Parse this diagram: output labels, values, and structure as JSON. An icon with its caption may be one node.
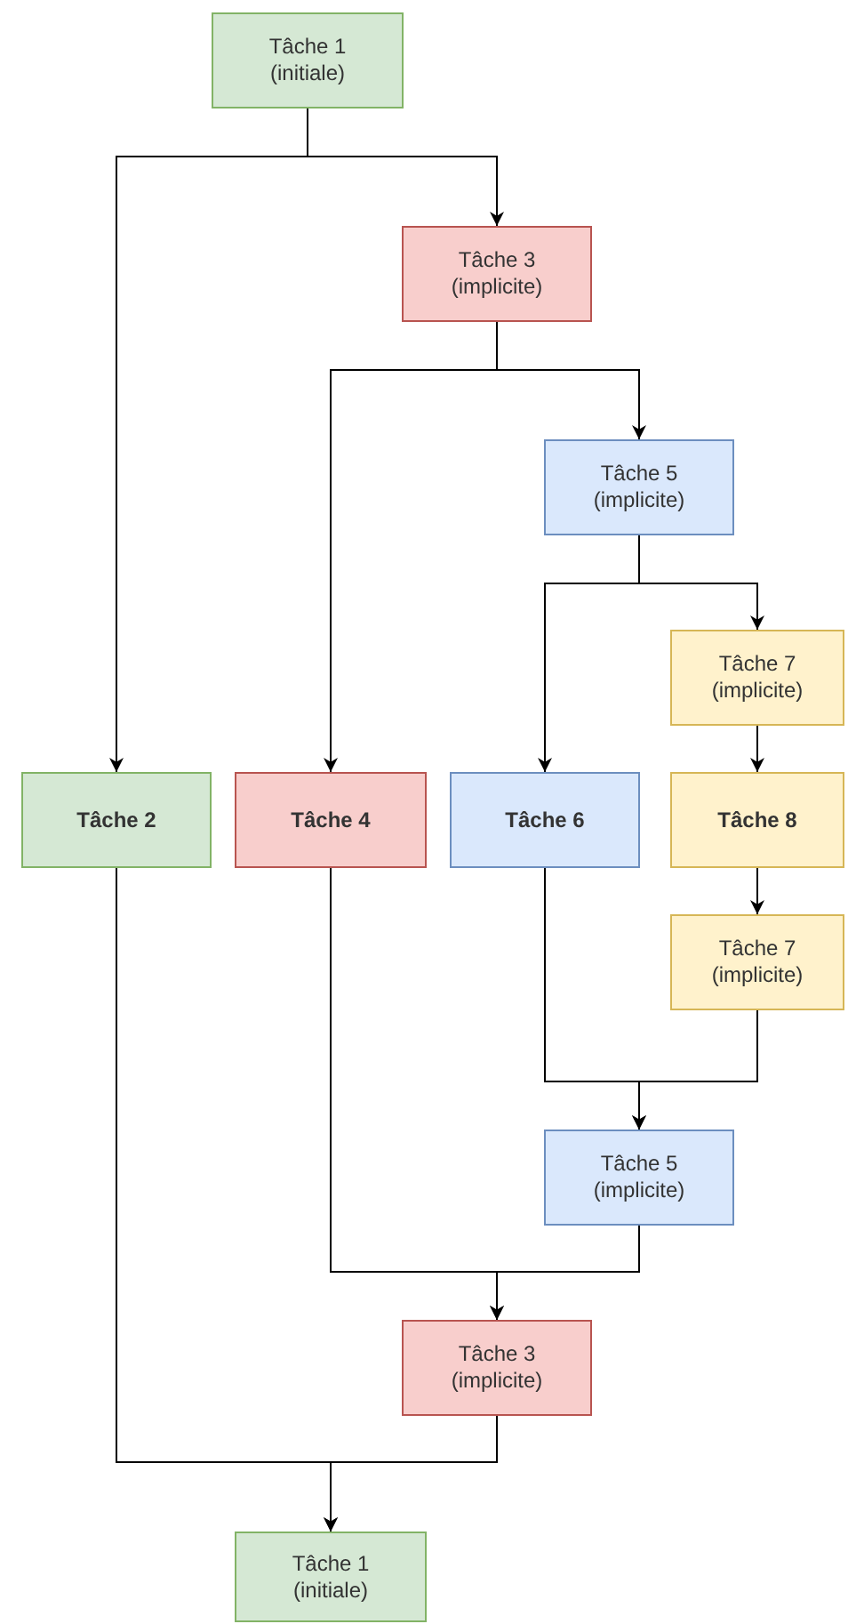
{
  "diagram": {
    "nodes": [
      {
        "text": [
          "Tâche 1",
          "(initiale)"
        ]
      },
      {
        "text": [
          "Tâche 3",
          "(implicite)"
        ]
      },
      {
        "text": [
          "Tâche 5",
          "(implicite)"
        ]
      },
      {
        "text": [
          "Tâche 7",
          "(implicite)"
        ]
      },
      {
        "text": [
          "Tâche 2"
        ]
      },
      {
        "text": [
          "Tâche 4"
        ]
      },
      {
        "text": [
          "Tâche 6"
        ]
      },
      {
        "text": [
          "Tâche 8"
        ]
      },
      {
        "text": [
          "Tâche 7",
          "(implicite)"
        ]
      },
      {
        "text": [
          "Tâche 5",
          "(implicite)"
        ]
      },
      {
        "text": [
          "Tâche 3",
          "(implicite)"
        ]
      },
      {
        "text": [
          "Tâche 1",
          "(initiale)"
        ]
      }
    ],
    "edges": [
      {
        "from": 0,
        "to": 4,
        "arrow": "to"
      },
      {
        "from": 0,
        "to": 1,
        "arrow": "to"
      },
      {
        "from": 1,
        "to": 5,
        "arrow": "to"
      },
      {
        "from": 1,
        "to": 2,
        "arrow": "to"
      },
      {
        "from": 2,
        "to": 6,
        "arrow": "to"
      },
      {
        "from": 2,
        "to": 3,
        "arrow": "to"
      },
      {
        "from": 3,
        "to": 7,
        "arrow": "to"
      },
      {
        "from": 7,
        "to": 8,
        "arrow": "to"
      },
      {
        "from": 6,
        "to": 9,
        "arrow": "to"
      },
      {
        "from": 8,
        "to": 9,
        "arrow": "to"
      },
      {
        "from": 5,
        "to": 10,
        "arrow": "to"
      },
      {
        "from": 9,
        "to": 10,
        "arrow": "to"
      },
      {
        "from": 4,
        "to": 11,
        "arrow": "to"
      },
      {
        "from": 10,
        "to": 11,
        "arrow": "to"
      }
    ]
  }
}
